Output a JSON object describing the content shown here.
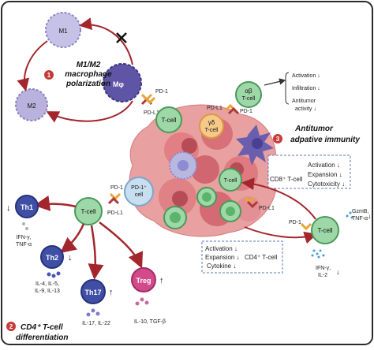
{
  "section1": {
    "number": "1",
    "title_line1": "M1/M2",
    "title_line2": "macrophage",
    "title_line3": "polarization",
    "m1": "M1",
    "m2": "M2",
    "macrophage": "Mφ",
    "pd1": "PD-1",
    "pdl1": "PD-L1",
    "tcell": "T-cell"
  },
  "section3": {
    "number": "3",
    "title_line1": "Antitumor",
    "title_line2": "adpative immunity",
    "ab_tcell_line1": "αβ",
    "ab_tcell_line2": "T-cell",
    "gd_tcell_line1": "γδ",
    "gd_tcell_line2": "T-cell",
    "pdl1": "PD-L1",
    "pd1": "PD-1",
    "activation": "Activation ↓",
    "infiltration": "Infiltration ↓",
    "antitumor_line1": "Antitumor",
    "antitumor_line2": "activity ↓",
    "cd8_label": "CD8⁺ T-cell",
    "cd8_activation": "Activation ↓",
    "cd8_expansion": "Expansion ↓",
    "cd8_cytotoxicity": "Cytotoxicity ↓",
    "tcell": "T-cell",
    "pdl1_b": "PD-L1",
    "pd1_b": "PD-1",
    "tcell_right": "T-cell",
    "gzmb_line1": "GzmB,",
    "gzmb_line2": "TNF-α",
    "gzmb_arrow": "↓",
    "ifn_line1": "IFN-γ,",
    "ifn_line2": "IL-2",
    "ifn_arrow": "↓",
    "cd4_activation": "Activation ↓",
    "cd4_expansion": "Expansion ↓",
    "cd4_label": "CD4⁺ T-cell",
    "cd4_cytokine": "Cytokine ↓"
  },
  "section2": {
    "number": "2",
    "title_line1": "CD4⁺ T-cell",
    "title_line2": "differentiation",
    "pd1": "PD-1",
    "pd1_cell_line1": "PD-1⁺",
    "pd1_cell_line2": "cell",
    "pdl1": "PD-L1",
    "tcell": "T-cell",
    "th1": "Th1",
    "th1_arrow": "↓",
    "th1_cyt_line1": "IFN-γ,",
    "th1_cyt_line2": "TNF-α",
    "th2": "Th2",
    "th2_arrow": "↓",
    "th2_cyt_line1": "IL-4, IL-5,",
    "th2_cyt_line2": "IL-9, IL-13",
    "th17": "Th17",
    "th17_arrow": "↑",
    "th17_cyt": "IL-17, IL-22",
    "treg": "Treg",
    "treg_arrow": "↑",
    "treg_cyt": "IL-10, TGF-β"
  },
  "colors": {
    "border": "#2b2b2b",
    "red_arrow": "#a3262c",
    "tumor": "#e08a8a",
    "tumor_dark": "#c75c62",
    "tcell": "#9fd8a8",
    "tcell_dark": "#4a9a5a",
    "macrophage": "#5e55a6",
    "m_cell": "#b8b2dd",
    "th_cell": "#3f4fa6",
    "treg": "#d24a8a",
    "gd_tcell": "#f6c98a",
    "pd1": "#e8a53a",
    "pdl1": "#b03a3a",
    "dashed_box": "#5b79b8"
  }
}
